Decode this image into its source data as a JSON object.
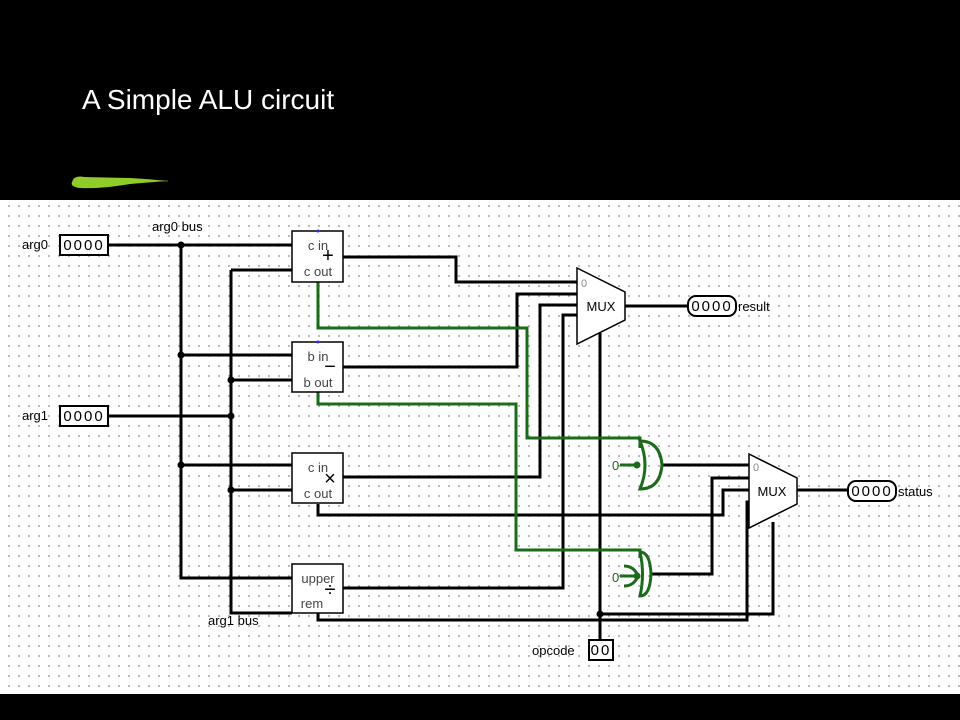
{
  "title": "A Simple ALU circuit",
  "colors": {
    "wire": "#000000",
    "signal_wire": "#1a6b1a",
    "pin_dot": "#2b2bff",
    "accent": "#8fcc2a",
    "background": "#000000",
    "canvas": "#ffffff"
  },
  "inputs": {
    "arg0": {
      "label": "arg0",
      "value": "0000"
    },
    "arg1": {
      "label": "arg1",
      "value": "0000"
    },
    "opcode": {
      "label": "opcode",
      "value": "00"
    }
  },
  "outputs": {
    "result": {
      "label": "result",
      "value": "0000"
    },
    "status": {
      "label": "status",
      "value": "0000"
    }
  },
  "bus_labels": {
    "arg0": "arg0 bus",
    "arg1": "arg1 bus"
  },
  "units": {
    "adder": {
      "pin_top": "c in",
      "pin_bottom": "c out",
      "symbol": "+"
    },
    "subtractor": {
      "pin_top": "b in",
      "pin_bottom": "b out",
      "symbol": "−"
    },
    "multiplier": {
      "pin_top": "c in",
      "pin_bottom": "c out",
      "symbol": "×"
    },
    "divider": {
      "pin_top": "upper",
      "pin_bottom": "rem",
      "symbol": "÷"
    }
  },
  "mux_result": {
    "label": "MUX",
    "select_zero": "0"
  },
  "mux_status": {
    "label": "MUX",
    "select_zero": "0"
  },
  "constants": {
    "top": "0",
    "bottom": "0"
  }
}
